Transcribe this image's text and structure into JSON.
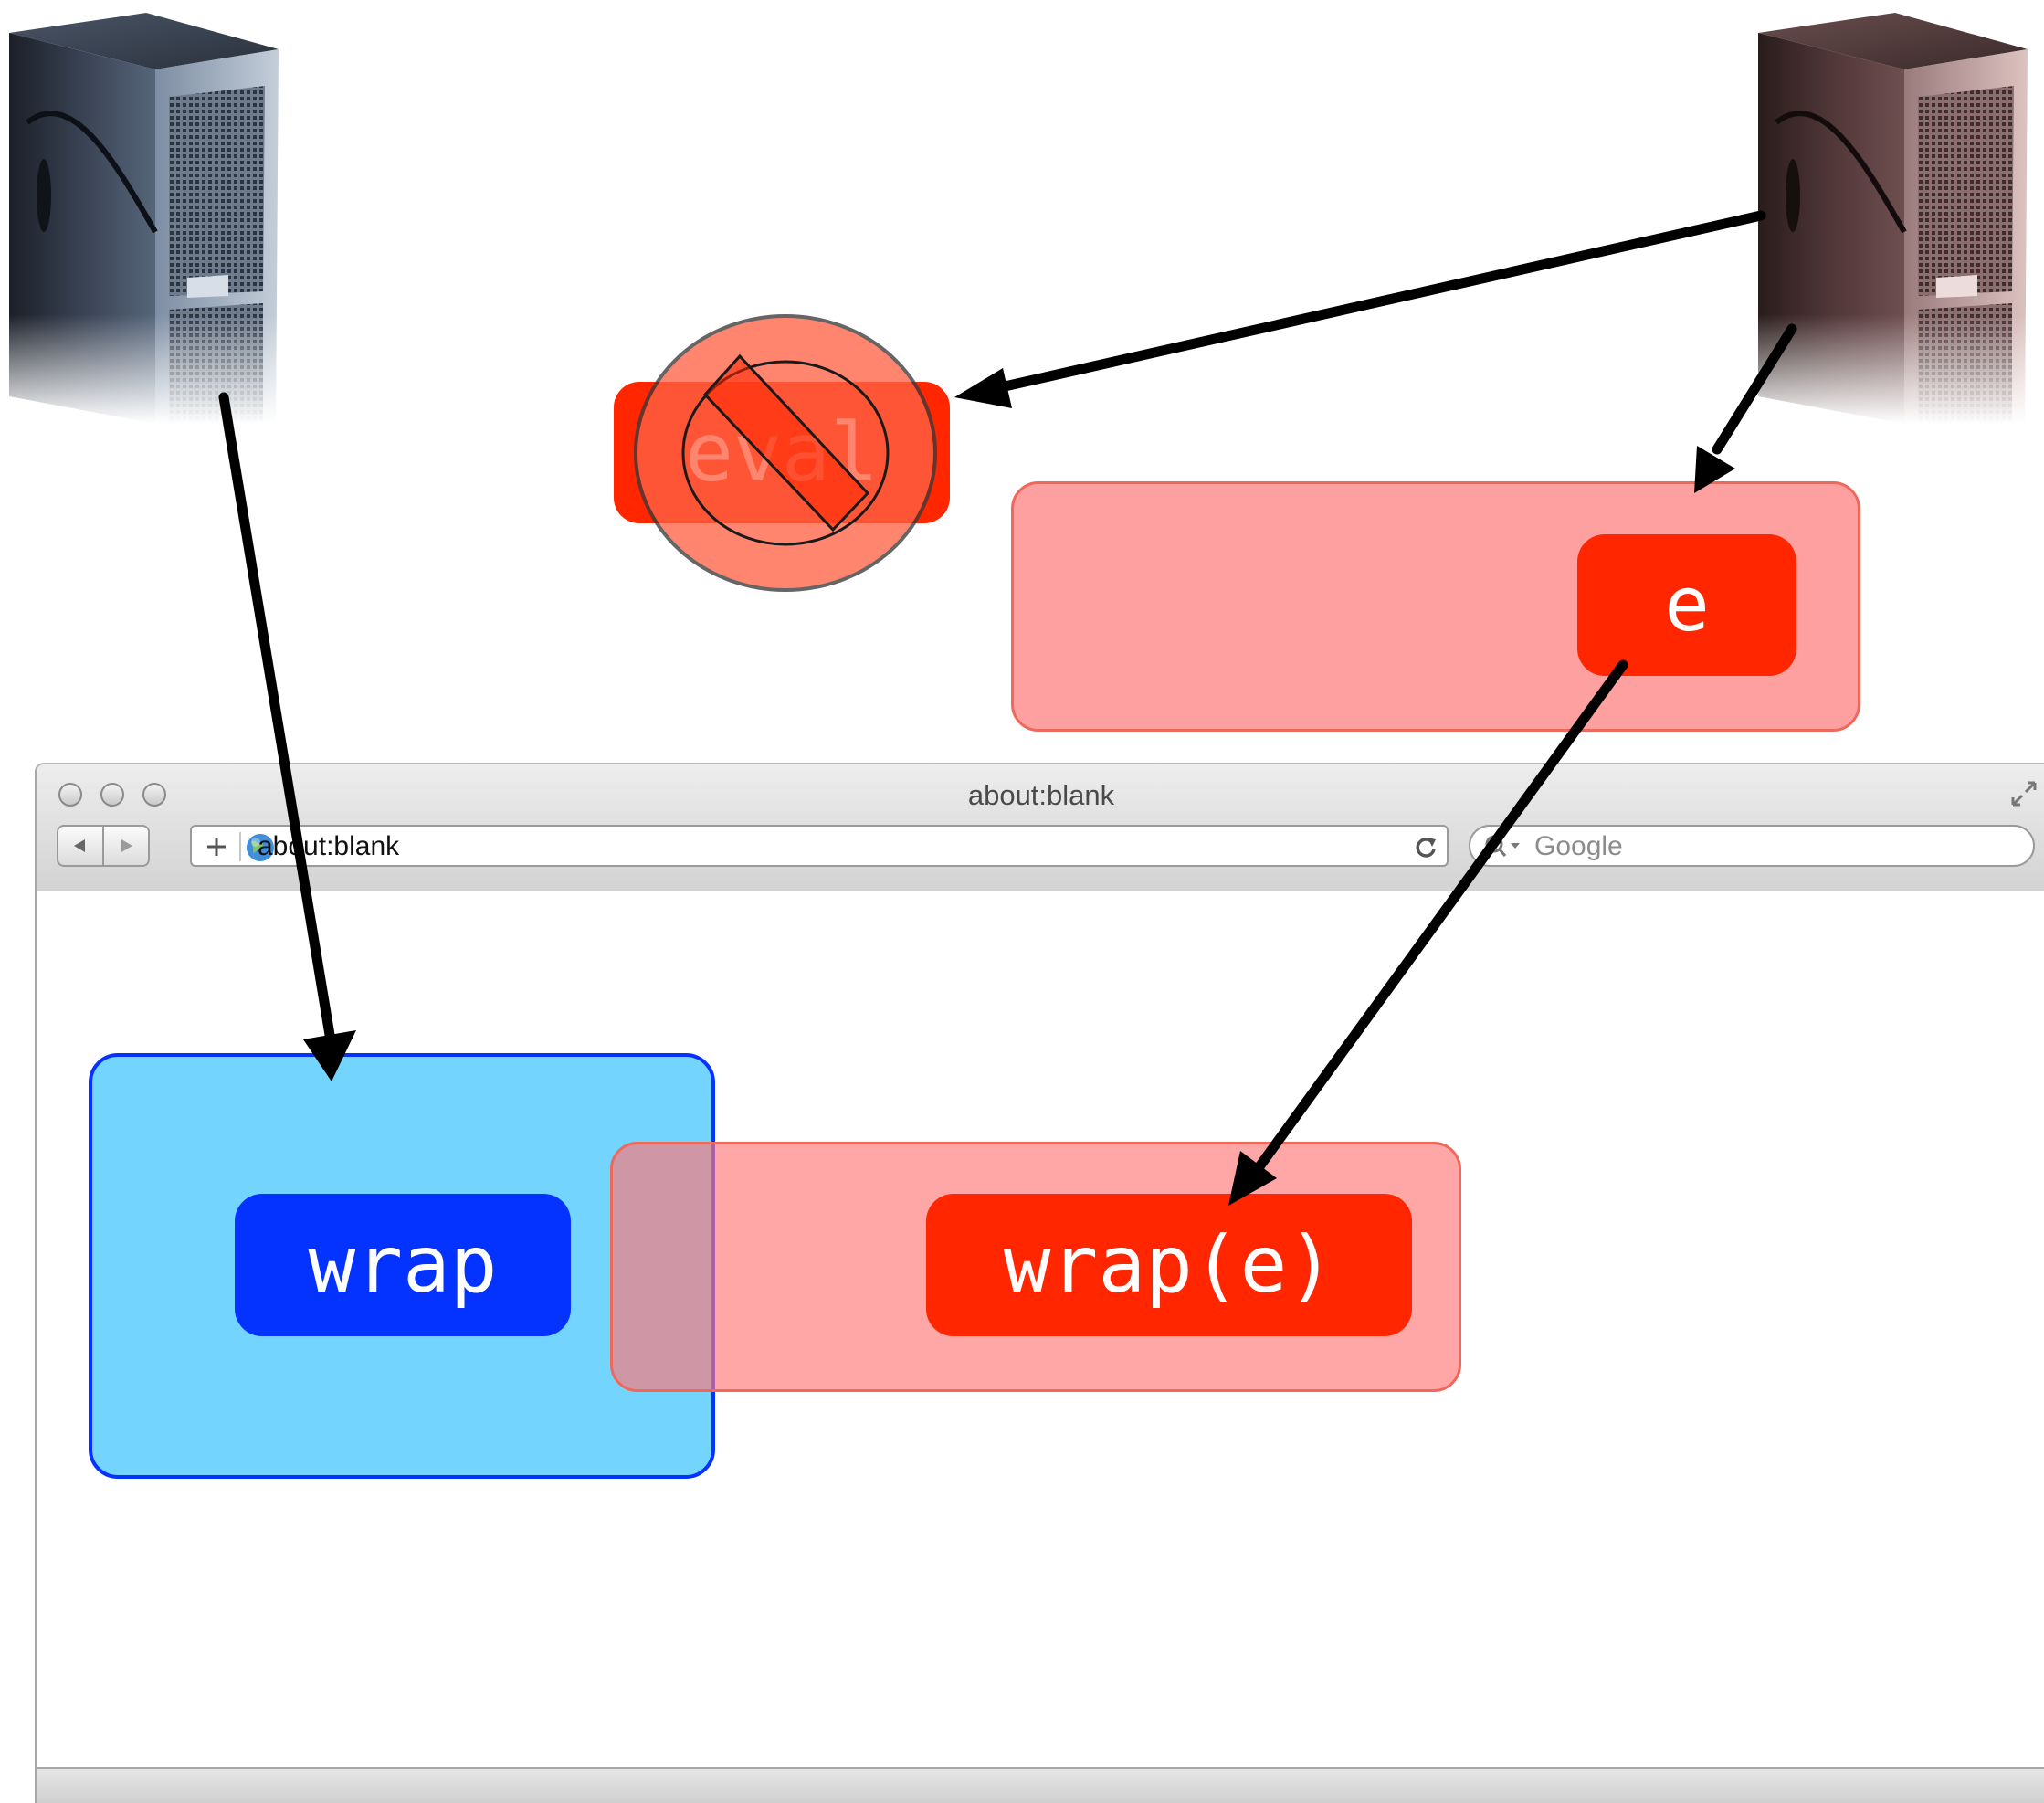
{
  "browser": {
    "window_title": "about:blank",
    "url": "about:blank",
    "search_placeholder": "Google"
  },
  "diagram": {
    "eval_label": "eval",
    "e_label": "e",
    "wrap_label": "wrap",
    "wrap_e_label": "wrap(e)"
  },
  "colors": {
    "red_pill": "#ff2600",
    "red_zone": "#ffa0a0",
    "red_zone_border": "#f0685a",
    "blue_pill": "#0433ff",
    "blue_zone": "#73d4fd",
    "blue_zone_border": "#0433ff",
    "prohibit_red": "#ff6347",
    "arrow": "#000000"
  },
  "icons": [
    "server-icon",
    "prohibited-icon",
    "globe-icon",
    "reload-icon",
    "search-icon",
    "plus-icon",
    "back-icon",
    "forward-icon",
    "fullscreen-icon"
  ]
}
